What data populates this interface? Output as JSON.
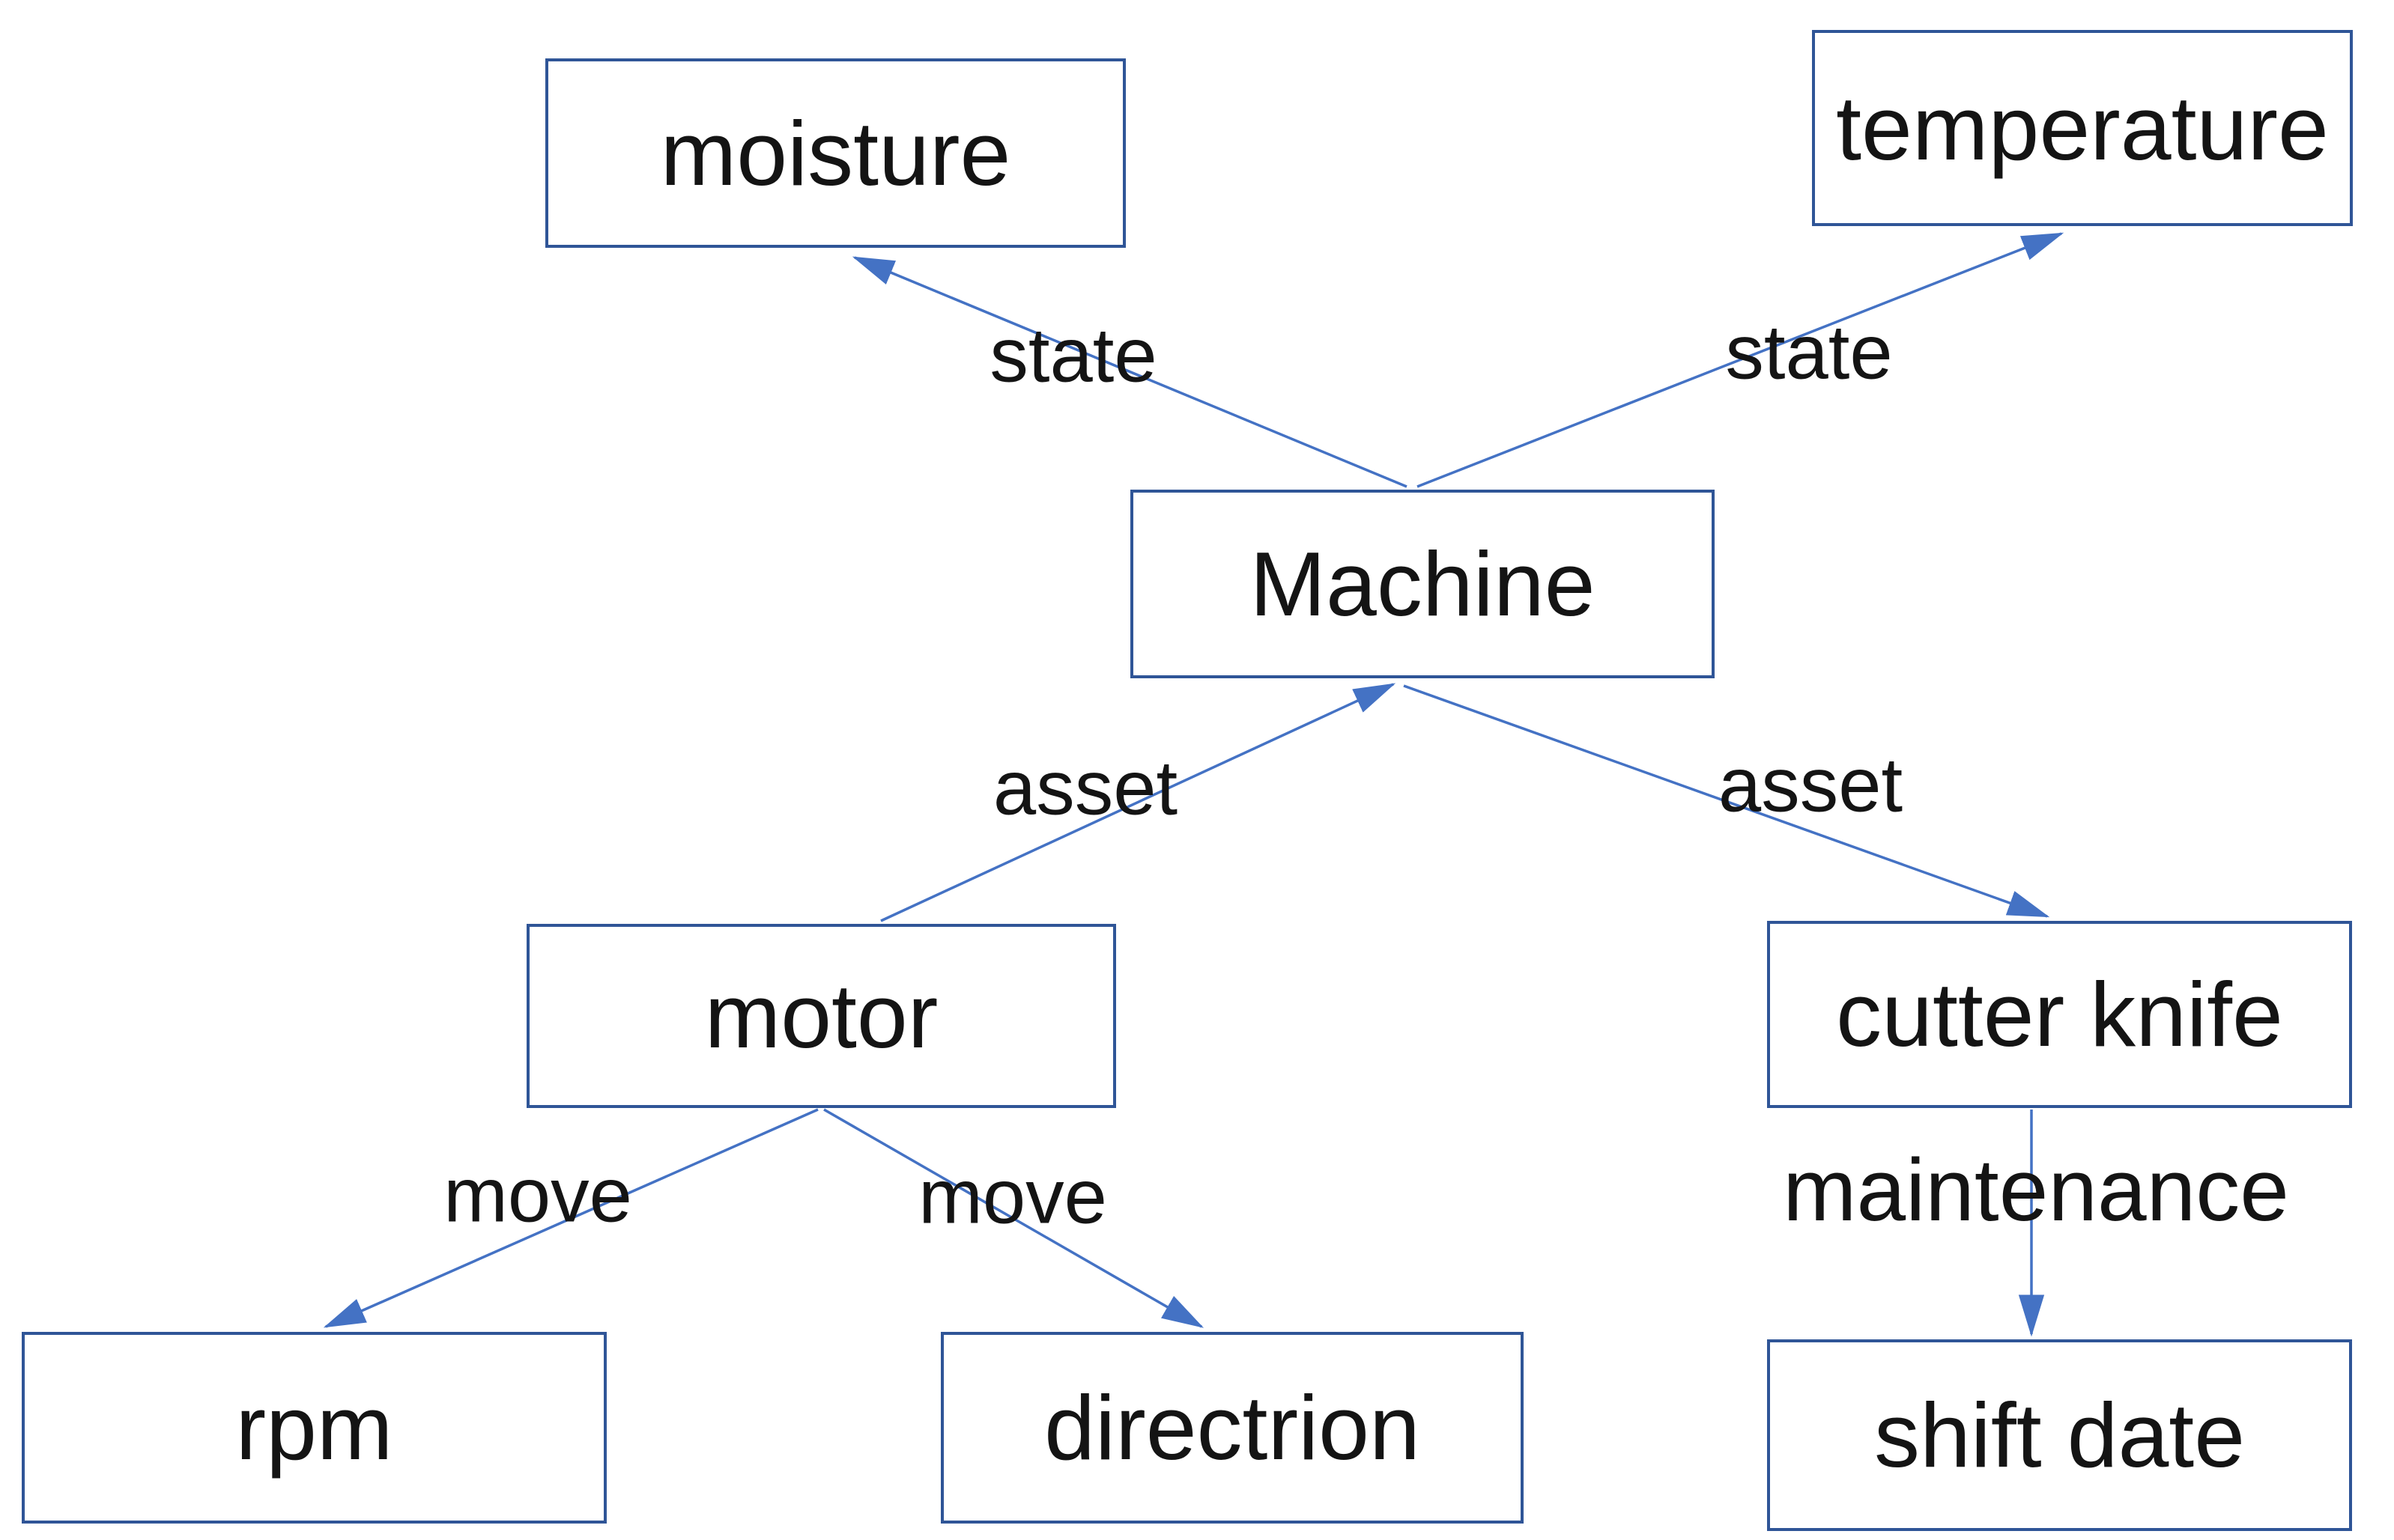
{
  "diagram": {
    "background_color": "#ffffff",
    "node_border_color": "#2f5597",
    "arrow_color": "#4472c4",
    "text_color": "#141414",
    "nodes": [
      {
        "id": "moisture",
        "label": "moisture"
      },
      {
        "id": "temperature",
        "label": "temperature"
      },
      {
        "id": "machine",
        "label": "Machine"
      },
      {
        "id": "motor",
        "label": "motor"
      },
      {
        "id": "cutter_knife",
        "label": "cutter knife"
      },
      {
        "id": "rpm",
        "label": "rpm"
      },
      {
        "id": "directrion",
        "label": "directrion"
      },
      {
        "id": "shift_date",
        "label": "shift date"
      }
    ],
    "edges": [
      {
        "from": "Machine",
        "to": "moisture",
        "label": "state"
      },
      {
        "from": "Machine",
        "to": "temperature",
        "label": "state"
      },
      {
        "from": "motor",
        "to": "Machine",
        "label": "asset"
      },
      {
        "from": "Machine",
        "to": "cutter knife",
        "label": "asset"
      },
      {
        "from": "motor",
        "to": "rpm",
        "label": "move"
      },
      {
        "from": "motor",
        "to": "directrion",
        "label": "move"
      },
      {
        "from": "cutter knife",
        "to": "shift date",
        "label": "maintenance"
      }
    ]
  }
}
